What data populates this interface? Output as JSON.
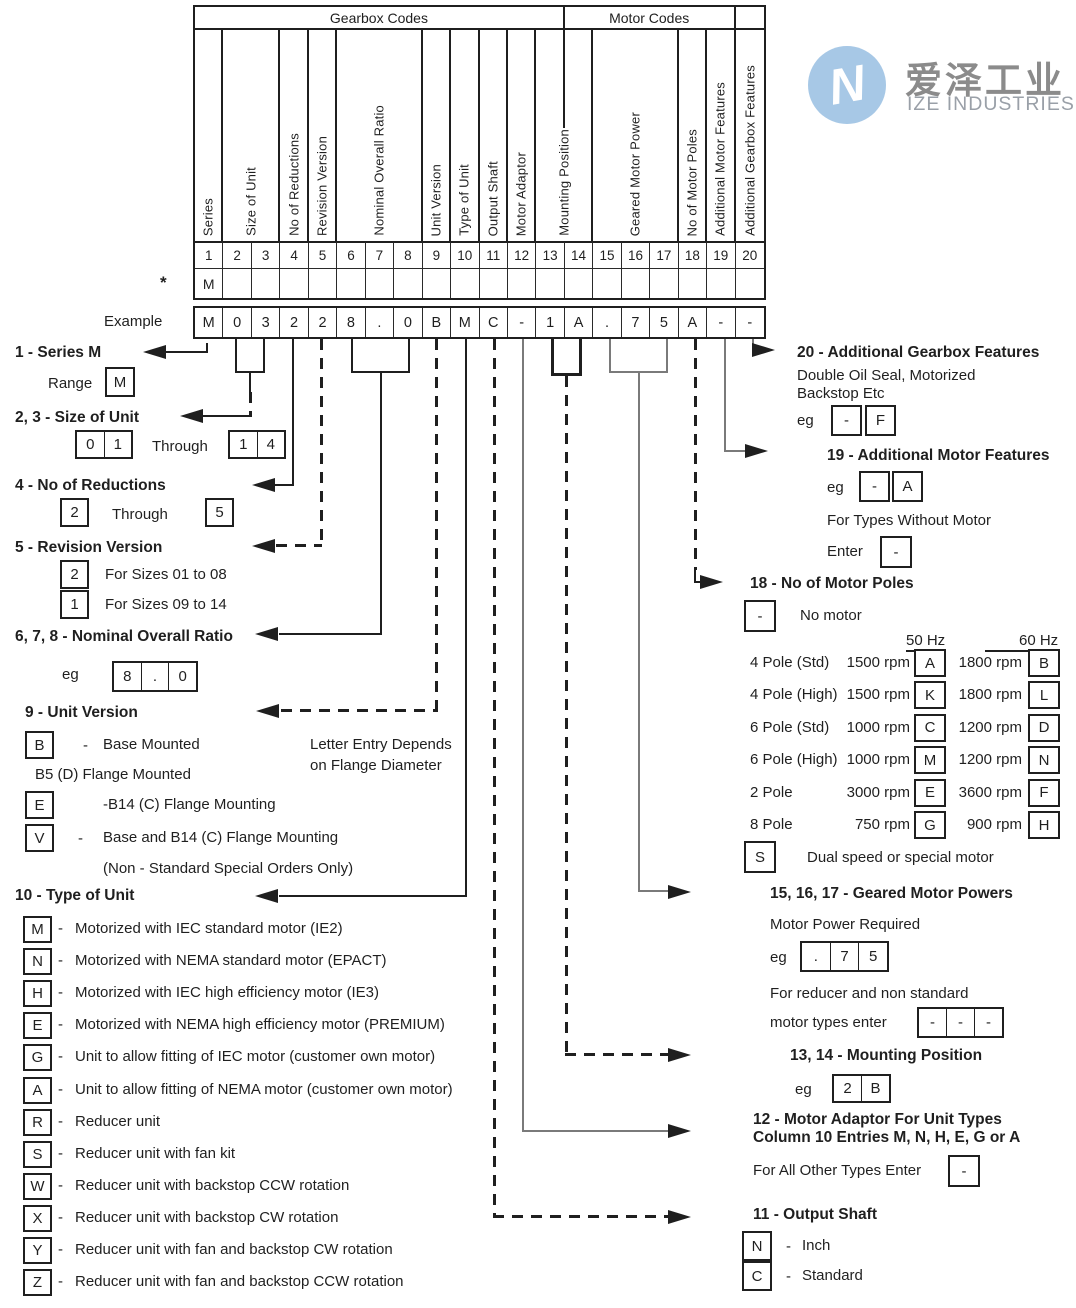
{
  "logo": {
    "cn": "爱泽工业",
    "en": "IZE INDUSTRIES",
    "mark_letter": "N",
    "circle_color": "#a7c8e6",
    "cn_color": "#8b8b8b",
    "en_color": "#9aa0a8"
  },
  "code_table": {
    "gearbox_header": "Gearbox Codes",
    "motor_header": "Motor Codes",
    "label_cells": [
      {
        "label": "Series",
        "span": 1
      },
      {
        "label": "Size of Unit",
        "span": 2
      },
      {
        "label": "No of Reductions",
        "span": 1
      },
      {
        "label": "Revision Version",
        "span": 1
      },
      {
        "label": "Nominal Overall Ratio",
        "span": 3
      },
      {
        "label": "Unit Version",
        "span": 1
      },
      {
        "label": "Type of Unit",
        "span": 1
      },
      {
        "label": "Output Shaft",
        "span": 1
      },
      {
        "label": "Motor Adaptor",
        "span": 1
      },
      {
        "label": "Mounting Position",
        "span": 2,
        "stub": true
      },
      {
        "label": "Geared Motor Power",
        "span": 3
      },
      {
        "label": "No of Motor Poles",
        "span": 1
      },
      {
        "label": "Additional Motor Features",
        "span": 1
      },
      {
        "label": "Additional Gearbox Features",
        "span": 1
      }
    ],
    "column_numbers": [
      "1",
      "2",
      "3",
      "4",
      "5",
      "6",
      "7",
      "8",
      "9",
      "10",
      "11",
      "12",
      "13",
      "14",
      "15",
      "16",
      "17",
      "18",
      "19",
      "20"
    ],
    "star_symbol": "*",
    "star_row": [
      "M",
      "",
      "",
      "",
      "",
      "",
      "",
      "",
      "",
      "",
      "",
      "",
      "",
      "",
      "",
      "",
      "",
      "",
      "",
      ""
    ],
    "example_label": "Example",
    "example_row": [
      "M",
      "0",
      "3",
      "2",
      "2",
      "8",
      ".",
      "0",
      "B",
      "M",
      "C",
      "-",
      "1",
      "A",
      ".",
      "7",
      "5",
      "A",
      "-",
      "-"
    ]
  },
  "left": {
    "series": {
      "title": "1 -  Series M",
      "range_label": "Range",
      "range_value": "M"
    },
    "size": {
      "title": "2, 3 -  Size of Unit",
      "box1": [
        "0",
        "1"
      ],
      "through": "Through",
      "box2": [
        "1",
        "4"
      ]
    },
    "reductions": {
      "title": "4 -  No of Reductions",
      "box1": "2",
      "through": "Through",
      "box2": "5"
    },
    "revision": {
      "title": "5 -  Revision Version",
      "rows": [
        {
          "code": "2",
          "desc": "For Sizes 01 to 08"
        },
        {
          "code": "1",
          "desc": "For Sizes 09 to 14"
        }
      ]
    },
    "ratio": {
      "title": "6, 7, 8 - Nominal Overall Ratio",
      "eg": "eg",
      "cells": [
        "8",
        ".",
        "0"
      ]
    },
    "unit_version": {
      "title": "9 - Unit Version",
      "b_code": "B",
      "b_dash": "-",
      "b_desc": "Base Mounted",
      "b5_line": "B5 (D) Flange Mounted",
      "e_code": "E",
      "e_desc": "-B14 (C) Flange Mounting",
      "v_code": "V",
      "v_dash": "-",
      "v_desc": "Base and B14 (C) Flange Mounting",
      "non_standard": "(Non - Standard Special Orders Only)",
      "note1": "Letter Entry Depends",
      "note2": "on Flange Diameter"
    },
    "type_of_unit": {
      "title": "10 - Type of Unit",
      "dash": "-",
      "items": [
        {
          "code": "M",
          "desc": "Motorized with IEC standard motor (IE2)"
        },
        {
          "code": "N",
          "desc": "Motorized with NEMA standard motor (EPACT)"
        },
        {
          "code": "H",
          "desc": "Motorized with IEC high efficiency motor (IE3)"
        },
        {
          "code": "E",
          "desc": "Motorized with NEMA high efficiency motor (PREMIUM)"
        },
        {
          "code": "G",
          "desc": "Unit to allow fitting of IEC motor (customer own motor)"
        },
        {
          "code": "A",
          "desc": "Unit to allow fitting of NEMA motor (customer own motor)"
        },
        {
          "code": "R",
          "desc": "Reducer unit"
        },
        {
          "code": "S",
          "desc": "Reducer unit with fan kit"
        },
        {
          "code": "W",
          "desc": "Reducer unit with backstop CCW rotation"
        },
        {
          "code": "X",
          "desc": "Reducer unit with backstop CW rotation"
        },
        {
          "code": "Y",
          "desc": "Reducer unit with fan and backstop CW rotation"
        },
        {
          "code": "Z",
          "desc": "Reducer unit with fan and backstop CCW rotation"
        }
      ]
    }
  },
  "right": {
    "gearbox_features": {
      "title": "20 - Additional Gearbox Features",
      "desc1": "Double Oil Seal, Motorized",
      "desc2": "Backstop Etc",
      "eg": "eg",
      "cell1": "-",
      "cell2": "F"
    },
    "motor_features": {
      "title": "19 - Additional Motor Features",
      "eg": "eg",
      "cell1": "-",
      "cell2": "A",
      "without_line": "For Types Without  Motor",
      "enter_label": "Enter",
      "enter_cell": "-"
    },
    "motor_poles": {
      "title": "18 -  No of Motor Poles",
      "no_motor_code": "-",
      "no_motor_label": "No motor",
      "hz50": "50 Hz",
      "hz60": "60 Hz",
      "rows": [
        {
          "label": "4 Pole (Std)",
          "rpm50": "1500 rpm",
          "code50": "A",
          "rpm60": "1800 rpm",
          "code60": "B"
        },
        {
          "label": "4 Pole (High)",
          "rpm50": "1500 rpm",
          "code50": "K",
          "rpm60": "1800 rpm",
          "code60": "L"
        },
        {
          "label": "6 Pole (Std)",
          "rpm50": "1000 rpm",
          "code50": "C",
          "rpm60": "1200 rpm",
          "code60": "D"
        },
        {
          "label": "6 Pole (High)",
          "rpm50": "1000 rpm",
          "code50": "M",
          "rpm60": "1200 rpm",
          "code60": "N"
        },
        {
          "label": "2 Pole",
          "rpm50": "3000 rpm",
          "code50": "E",
          "rpm60": "3600 rpm",
          "code60": "F"
        },
        {
          "label": "8 Pole",
          "rpm50": "750 rpm",
          "code50": "G",
          "rpm60": "900 rpm",
          "code60": "H"
        }
      ],
      "special_code": "S",
      "special_desc": "Dual speed or special motor"
    },
    "motor_powers": {
      "title": "15, 16, 17 - Geared Motor Powers",
      "required": "Motor Power Required",
      "eg": "eg",
      "cells": [
        ".",
        "7",
        "5"
      ],
      "note1": "For reducer and non standard",
      "note2": "motor  types  enter",
      "dash_cells": [
        "-",
        "-",
        "-"
      ]
    },
    "mounting": {
      "title": "13, 14 - Mounting Position",
      "eg": "eg",
      "cells": [
        "2",
        "B"
      ]
    },
    "adaptor": {
      "title1": "12 - Motor Adaptor For Unit Types",
      "title2": "Column 10 Entries M, N, H, E, G or A",
      "other_label": "For All Other Types Enter",
      "cell": "-"
    },
    "output_shaft": {
      "title": "11 - Output Shaft",
      "rows": [
        {
          "code": "N",
          "dash": "-",
          "desc": "Inch"
        },
        {
          "code": "C",
          "dash": "-",
          "desc": "Standard"
        }
      ]
    }
  }
}
